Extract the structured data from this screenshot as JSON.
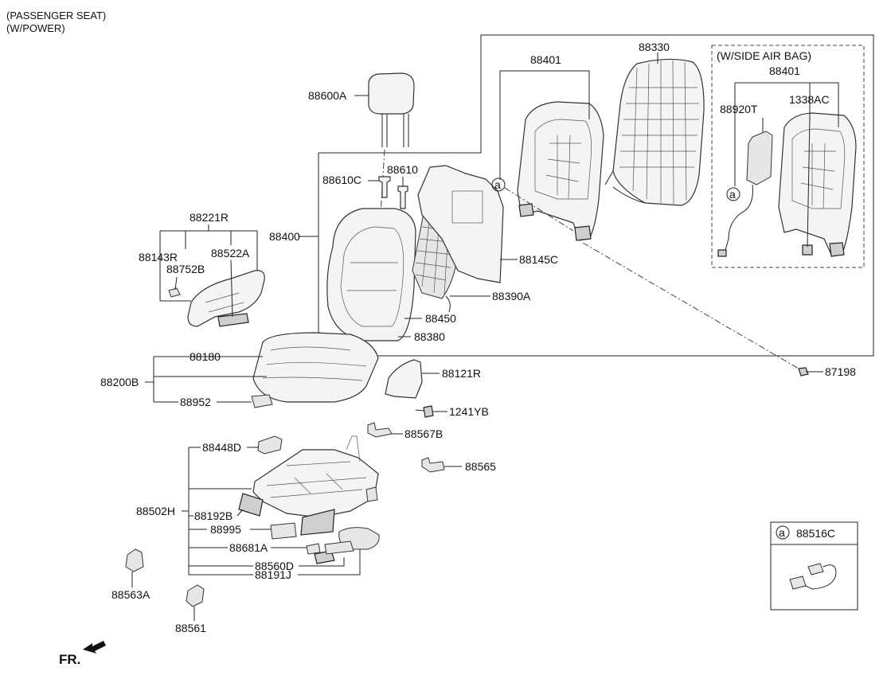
{
  "header": {
    "line1": "(PASSENGER SEAT)",
    "line2": "(W/POWER)"
  },
  "airbag_box_title": "(W/SIDE AIR BAG)",
  "fr_label": "FR.",
  "circle_marker": "a",
  "legend": {
    "marker": "a",
    "part_no": "88516C"
  },
  "parts": {
    "p88600A": "88600A",
    "p88610C": "88610C",
    "p88610": "88610",
    "p88400": "88400",
    "p88401_main": "88401",
    "p88330": "88330",
    "p88401_airbag": "88401",
    "p88920T": "88920T",
    "p1338AC": "1338AC",
    "p88145C": "88145C",
    "p88390A": "88390A",
    "p88450": "88450",
    "p88380": "88380",
    "p88221R": "88221R",
    "p88143R": "88143R",
    "p88522A": "88522A",
    "p88752B": "88752B",
    "p88180": "88180",
    "p88200B": "88200B",
    "p88952": "88952",
    "p88121R": "88121R",
    "p87198": "87198",
    "p1241YB": "1241YB",
    "p88567B": "88567B",
    "p88565": "88565",
    "p88448D": "88448D",
    "p88502H": "88502H",
    "p88192B": "88192B",
    "p88995": "88995",
    "p88681A": "88681A",
    "p88560D": "88560D",
    "p88191J": "88191J",
    "p88563A": "88563A",
    "p88561": "88561"
  }
}
